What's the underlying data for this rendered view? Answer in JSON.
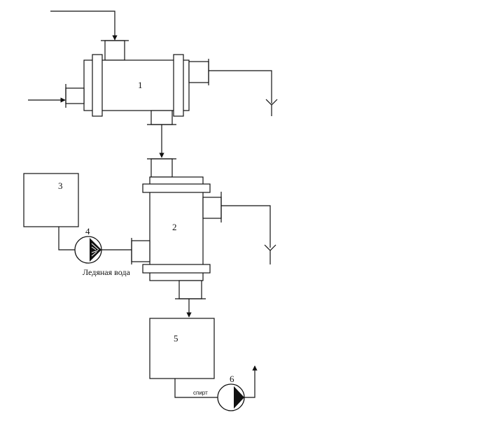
{
  "labels": {
    "unit1": "1",
    "unit2": "2",
    "unit3": "3",
    "pump4": "4",
    "unit5": "5",
    "pump6": "6",
    "ice_water": "Ледяная вода",
    "spirit": "спирт"
  }
}
